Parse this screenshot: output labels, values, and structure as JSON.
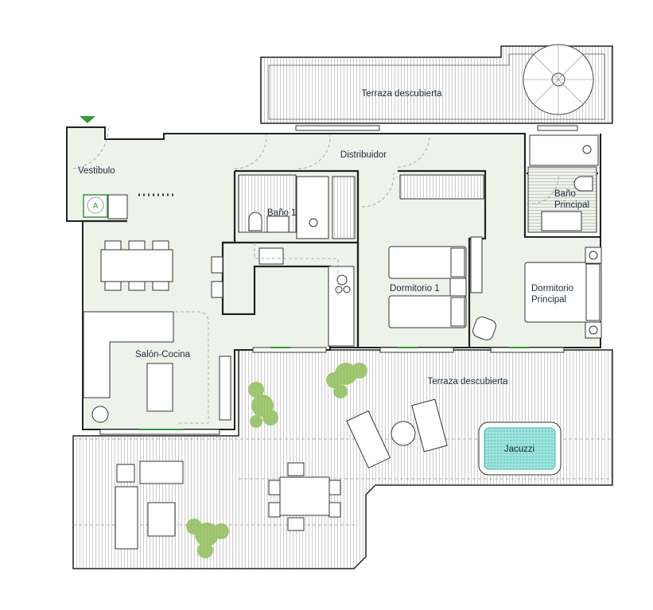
{
  "plan": {
    "rooms": {
      "terraza_superior": "Terraza descubierta",
      "distribuidor": "Distribuidor",
      "vestibulo": "Vestibulo",
      "bano1": "Baño 1",
      "bano_principal_1": "Baño",
      "bano_principal_2": "Principal",
      "dormitorio1": "Dormitorio 1",
      "dormitorio_principal_1": "Dormitorio",
      "dormitorio_principal_2": "Principal",
      "salon_cocina": "Salón-Cocina",
      "terraza_inferior": "Terraza descubierta",
      "jacuzzi": "Jacuzzi"
    },
    "entry_marker": "A",
    "colors": {
      "interior": "#eef3ea",
      "accent": "#2e9a3a",
      "jacuzzi": "#7fd6cf",
      "plants": "#8fbf5a"
    }
  }
}
